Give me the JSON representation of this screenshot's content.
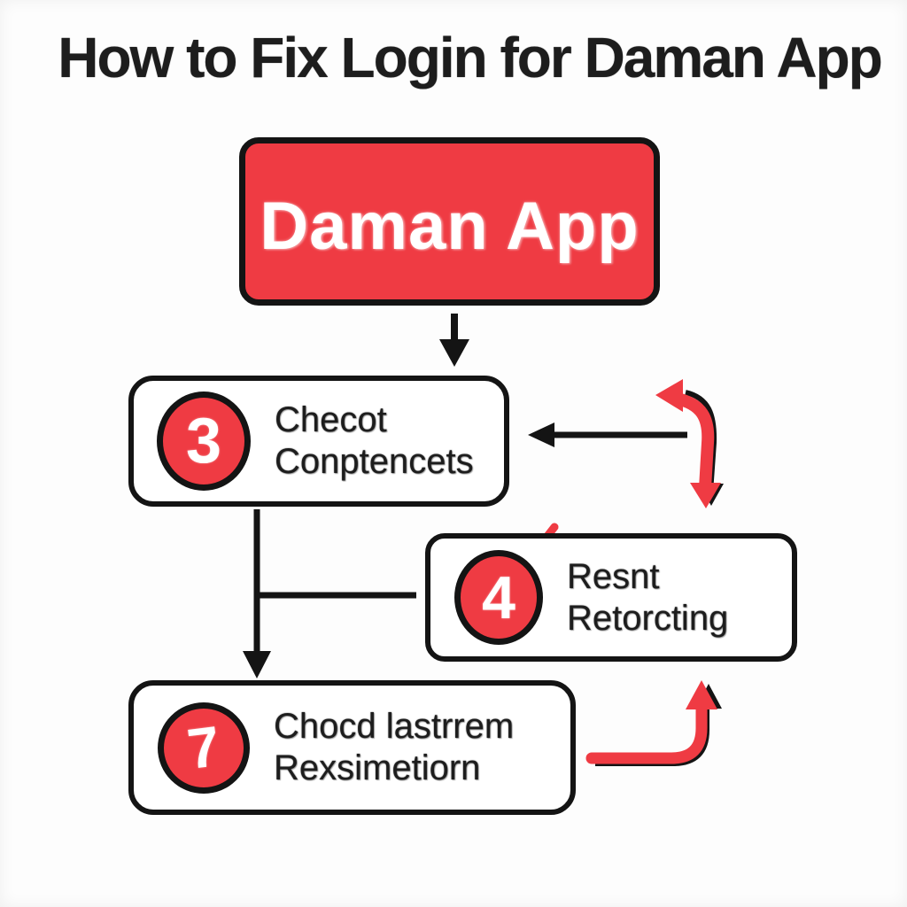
{
  "page": {
    "title": "How to Fix Login for Daman App"
  },
  "colors": {
    "accent_red": "#EF3B43",
    "outline": "#141414",
    "text": "#1D1D1D",
    "node_fill": "#FFFFFF",
    "background": "#FDFDFD"
  },
  "diagram": {
    "root_node": {
      "label": "Daman App"
    },
    "steps": [
      {
        "number": "3",
        "line1": "Checot",
        "line2": "Conptencets"
      },
      {
        "number": "4",
        "line1": "Resnt",
        "line2": "Retorcting"
      },
      {
        "number": "7",
        "line1": "Chocd lastrrem",
        "line2": "Rexsimetiorn"
      }
    ],
    "icons": [
      "arrow-down-icon",
      "arrow-left-icon",
      "curved-return-arrow-icon",
      "branch-connector-icon",
      "elbow-up-arrow-icon",
      "red-tick-icon"
    ]
  }
}
